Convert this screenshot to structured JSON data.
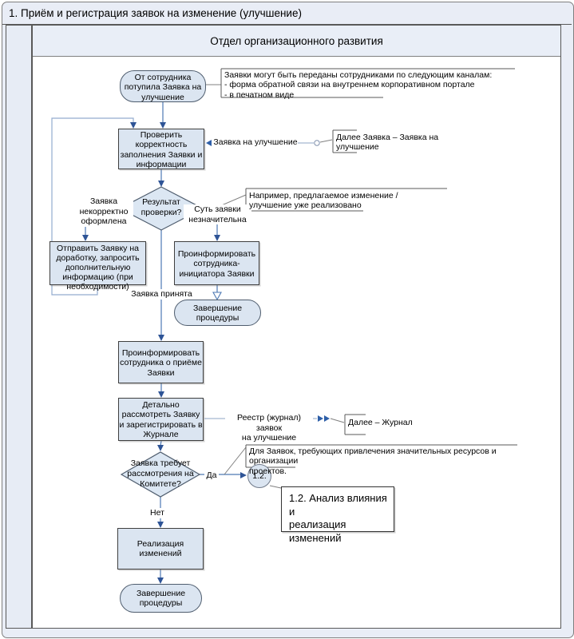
{
  "page": {
    "title": "1. Приём и регистрация заявок на изменение (улучшение)",
    "lane_header": "Отдел организационного развития"
  },
  "nodes": {
    "start_oval": "От сотрудника\nпотупила Заявка на\nулучшение",
    "check_box": "Проверить\nкорректность\nзаполнения Заявки и\nинформации",
    "decision1": "Результат\nпроверки?",
    "rework_box": "Отправить Заявку на\nдоработку, запросить\nдополнительную\nинформацию (при\nнеобходимости)",
    "inform_initiator_box": "Проинформировать\nсотрудника-\nинициатора Заявки",
    "end_oval_1": "Завершение\nпроцедуры",
    "inform_box": "Проинформировать\nсотрудника о приёме\nЗаявки",
    "register_box": "Детально\nрассмотреть Заявку\nи зарегистрировать в\nЖурнале",
    "decision2": "Заявка требует\nрассмотрения на\nКомитете?",
    "circle_12": "1.2.",
    "subprocess_box": "1.2. Анализ влияния и\nреализация\nизменений",
    "implement_box": "Реализация\nизменений",
    "end_oval_2": "Завершение\nпроцедуры"
  },
  "labels": {
    "branch_incorrect": "Заявка\nнекорректно\nоформлена",
    "branch_minor": "Суть заявки\nнезначительна",
    "branch_accepted": "Заявка принята",
    "branch_yes": "Да",
    "branch_no": "Нет",
    "doc_request": "Заявка на улучшение",
    "doc_register": "Реестр (журнал) заявок\nна улучшение"
  },
  "annotations": {
    "channels": "Заявки могут быть переданы сотрудниками по следующим каналам:\n- форма обратной связи на внутреннем корпоративном портале\n- в печатном виде",
    "example": "Например, предлагаемое изменение /\nулучшение уже реализовано",
    "term_request": "Далее Заявка – Заявка на\nулучшение",
    "term_journal": "Далее – Журнал",
    "committee": "Для Заявок, требующих привлечения значительных ресурсов и организации\nпроектов."
  },
  "colors": {
    "page_background": "#e9edf6",
    "shape_fill": "#dbe5f1",
    "shape_border": "#3f3f3f",
    "flow_line": "#4d79b3",
    "arrowhead": "#2e5496",
    "loop_line": "#93accf",
    "annotation_line": "#808080"
  }
}
